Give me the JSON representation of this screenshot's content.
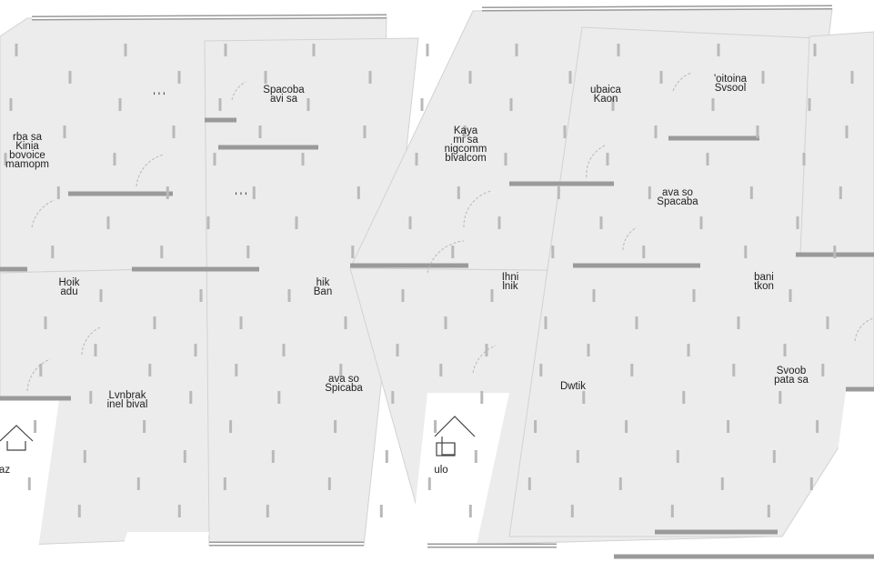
{
  "rooms": [
    {
      "id": "r1",
      "lines": [
        "rba sa",
        "Kinia",
        "bovoice",
        "mamopm"
      ]
    },
    {
      "id": "r2",
      "lines": [
        "' ' '"
      ]
    },
    {
      "id": "r3",
      "lines": [
        "Spacoba",
        "avi sa"
      ]
    },
    {
      "id": "r4",
      "lines": [
        "Kaya",
        "mi sa",
        "nigcomm",
        "blvalcom"
      ]
    },
    {
      "id": "r5",
      "lines": [
        "ubaica",
        "Kaon"
      ]
    },
    {
      "id": "r6",
      "lines": [
        "'oitoina",
        "Svsool"
      ]
    },
    {
      "id": "r7",
      "lines": [
        "' ' '"
      ]
    },
    {
      "id": "r8",
      "lines": [
        "ava so",
        "Spacaba"
      ]
    },
    {
      "id": "r9",
      "lines": [
        "Hoik",
        "adu"
      ]
    },
    {
      "id": "r10",
      "lines": [
        "hik",
        "Ban"
      ]
    },
    {
      "id": "r11",
      "lines": [
        "Ihni",
        "lnik"
      ]
    },
    {
      "id": "r12",
      "lines": [
        "bani",
        "tkon"
      ]
    },
    {
      "id": "r13",
      "lines": [
        "Lvnbrak",
        "inel bival"
      ]
    },
    {
      "id": "r14",
      "lines": [
        "ava so",
        "Spicaba"
      ]
    },
    {
      "id": "r15",
      "lines": [
        "Dwtik"
      ]
    },
    {
      "id": "r16",
      "lines": [
        "Svoob",
        "pata sa"
      ]
    },
    {
      "id": "r17",
      "lines": [
        "az"
      ]
    },
    {
      "id": "r18",
      "lines": [
        "ulo"
      ]
    }
  ],
  "colors": {
    "floor": "#ececec",
    "wall": "#9a9a9a",
    "background": "#ffffff"
  }
}
